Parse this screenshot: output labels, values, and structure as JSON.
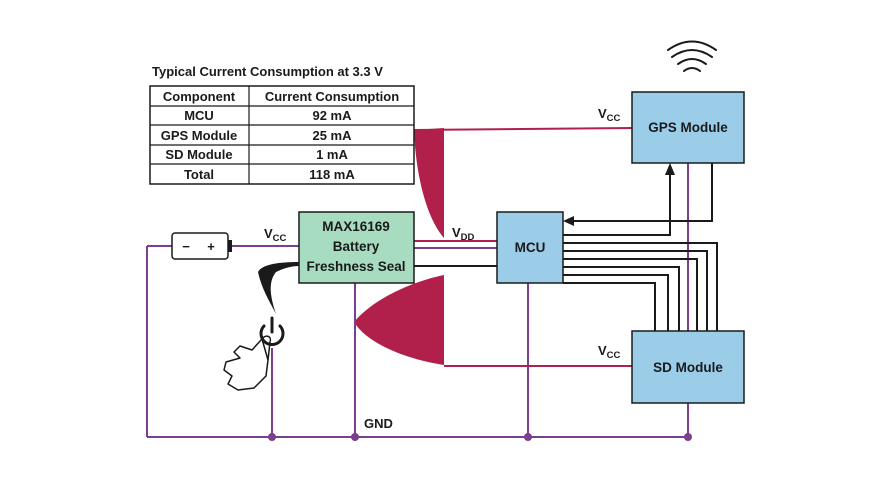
{
  "table": {
    "title": "Typical Current Consumption at 3.3 V",
    "headers": [
      "Component",
      "Current Consumption"
    ],
    "rows": [
      [
        "MCU",
        "92 mA"
      ],
      [
        "GPS Module",
        "25 mA"
      ],
      [
        "SD Module",
        "1 mA"
      ],
      [
        "Total",
        "118 mA"
      ]
    ]
  },
  "blocks": {
    "max": [
      "MAX16169",
      "Battery",
      "Freshness Seal"
    ],
    "mcu": "MCU",
    "gps": "GPS Module",
    "sd": "SD Module"
  },
  "labels": {
    "vcc_main": "V",
    "vcc_sub": "CC",
    "vdd_main": "V",
    "vdd_sub": "DD",
    "gnd": "GND",
    "battery_minus": "−",
    "battery_plus": "+"
  },
  "colors": {
    "vcc_line": "#b0204b",
    "gnd_line": "#7b3f8f",
    "signal_line": "#1a1a1a",
    "max_fill": "#a8dcc0",
    "module_fill": "#9ccde8",
    "callout_fill": "#b0204b"
  },
  "icons": [
    "wireless-signal-icon",
    "battery-icon",
    "power-button-icon",
    "hand-pointer-icon"
  ]
}
